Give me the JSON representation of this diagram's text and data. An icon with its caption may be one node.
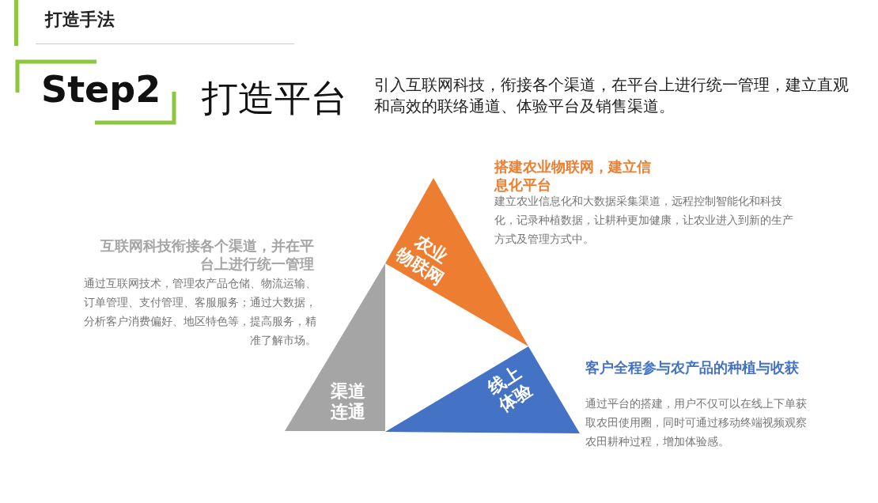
{
  "diagram": {
    "title": "打造手法",
    "nodes": [
      {
        "text": [
          "农业物联网"
        ],
        "beside": [
          "搭建农业物联网，建立信息化平台",
          "建立农业信息化和大数据采集渠道，远程控制智能化和科技化，记录种植数据，让耕种更加健康，让农业进入到新的生产方式及管理方式中。"
        ]
      },
      {
        "text": [
          "渠道连通"
        ],
        "beside": [
          "互联网科技衔接各个渠道，并在平台上进行统一管理",
          "通过互联网技术，管理农产品仓储、物流运输、订单管理、支付管理、客服服务；通过大数据，分析客户消费偏好、地区特色等，提高服务，精准了解市场。"
        ]
      },
      {
        "text": [
          "线上体验"
        ],
        "beside": [
          "客户全程参与农产品的种植与收获",
          "通过平台的搭建，用户不仅可以在线上下单获取农田使用圈，同时可通过移动终端视频观察农田耕种过程，增加体验感。"
        ]
      }
    ],
    "labels": [
      "Step2",
      "打造平台",
      "引入互联网科技，衔接各个渠道，在平台上进行统一管理，建立直观和高效的联络通道、体验平台及销售渠道。"
    ]
  }
}
